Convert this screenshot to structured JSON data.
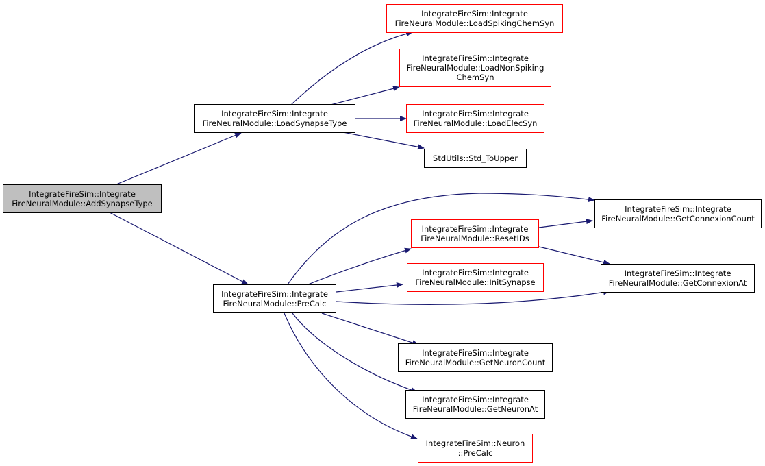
{
  "colors": {
    "edge": "#191970",
    "node_border": "#000000",
    "truncated_border": "#ff0000",
    "current_fill": "#bfbfbf"
  },
  "nodes": {
    "add_synapse_type": {
      "lines": [
        "IntegrateFireSim::Integrate",
        "FireNeuralModule::AddSynapseType"
      ]
    },
    "load_synapse_type": {
      "lines": [
        "IntegrateFireSim::Integrate",
        "FireNeuralModule::LoadSynapseType"
      ]
    },
    "pre_calc": {
      "lines": [
        "IntegrateFireSim::Integrate",
        "FireNeuralModule::PreCalc"
      ]
    },
    "load_spiking_chem_syn": {
      "lines": [
        "IntegrateFireSim::Integrate",
        "FireNeuralModule::LoadSpikingChemSyn"
      ]
    },
    "load_non_spiking_chem_syn": {
      "lines": [
        "IntegrateFireSim::Integrate",
        "FireNeuralModule::LoadNonSpiking",
        "ChemSyn"
      ]
    },
    "load_elec_syn": {
      "lines": [
        "IntegrateFireSim::Integrate",
        "FireNeuralModule::LoadElecSyn"
      ]
    },
    "std_to_upper": {
      "lines": [
        "StdUtils::Std_ToUpper"
      ]
    },
    "get_connexion_count": {
      "lines": [
        "IntegrateFireSim::Integrate",
        "FireNeuralModule::GetConnexionCount"
      ]
    },
    "reset_ids": {
      "lines": [
        "IntegrateFireSim::Integrate",
        "FireNeuralModule::ResetIDs"
      ]
    },
    "init_synapse": {
      "lines": [
        "IntegrateFireSim::Integrate",
        "FireNeuralModule::InitSynapse"
      ]
    },
    "get_connexion_at": {
      "lines": [
        "IntegrateFireSim::Integrate",
        "FireNeuralModule::GetConnexionAt"
      ]
    },
    "get_neuron_count": {
      "lines": [
        "IntegrateFireSim::Integrate",
        "FireNeuralModule::GetNeuronCount"
      ]
    },
    "get_neuron_at": {
      "lines": [
        "IntegrateFireSim::Integrate",
        "FireNeuralModule::GetNeuronAt"
      ]
    },
    "neuron_pre_calc": {
      "lines": [
        "IntegrateFireSim::Neuron",
        "::PreCalc"
      ]
    }
  }
}
